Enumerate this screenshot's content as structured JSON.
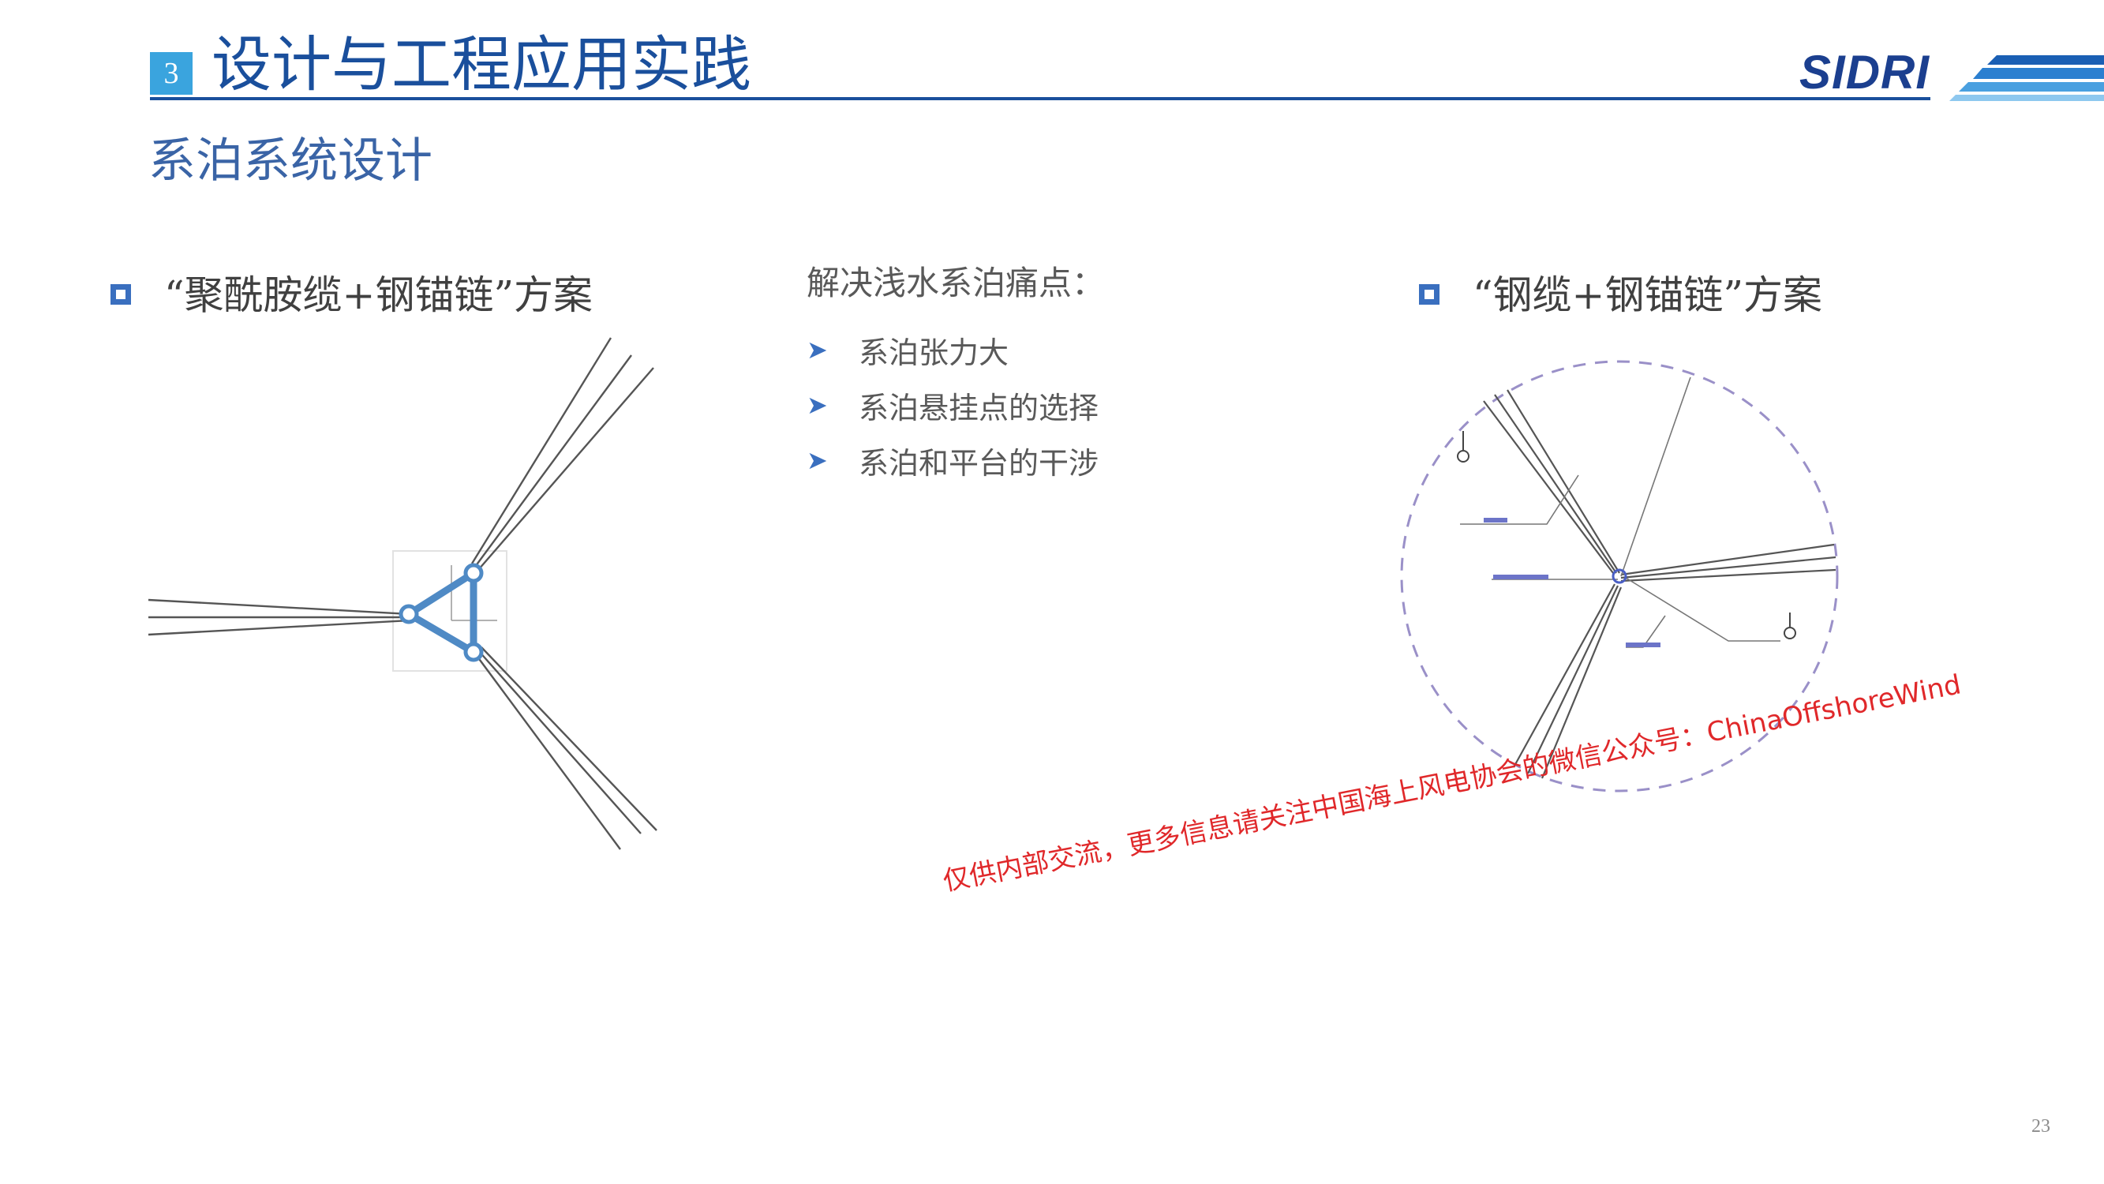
{
  "header": {
    "section_number": "3",
    "section_title": "设计与工程应用实践",
    "logo_text": "SIDRI",
    "brand_color": "#1a4f9c",
    "accent_color": "#3aa4de"
  },
  "page_subtitle": "系泊系统设计",
  "left_scheme": {
    "label": "“聚酰胺缆+钢锚链”方案"
  },
  "pain_points": {
    "title": "解决浅水系泊痛点：",
    "items": [
      {
        "icon": "arrow-bullet-icon",
        "text": "系泊张力大"
      },
      {
        "icon": "arrow-bullet-icon",
        "text": "系泊悬挂点的选择"
      },
      {
        "icon": "arrow-bullet-icon",
        "text": "系泊和平台的干涉"
      }
    ]
  },
  "right_scheme": {
    "label": "“钢缆+钢锚链”方案"
  },
  "watermark": "仅供内部交流，更多信息请关注中国海上风电协会的微信公众号：ChinaOffshoreWind",
  "page_number": "23"
}
